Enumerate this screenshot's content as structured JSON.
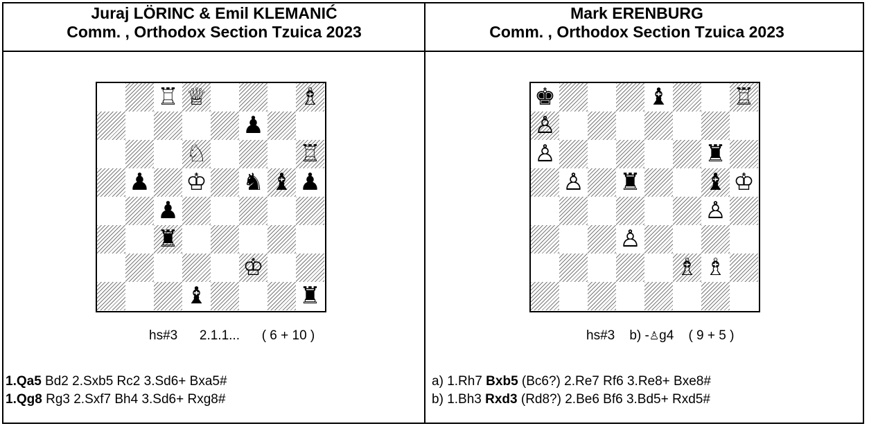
{
  "problems": [
    {
      "authors": "Juraj LÖRINC & Emil KLEMANIĆ",
      "award": "Comm. , Orthodox Section Tzuica 2023",
      "stipulation": "hs#3",
      "phases": "2.1.1...",
      "piece_count": "( 6 + 10 )",
      "solutions": [
        {
          "key": "1.Qa5",
          "rest": " Bd2 2.Sxb5 Rc2 3.Sd6+ Bxa5#"
        },
        {
          "key": "1.Qg8",
          "rest": " Rg3 2.Sxf7 Bh4 3.Sd6+ Rxg8#"
        }
      ],
      "pieces": [
        {
          "sq": "c8",
          "glyph": "♖",
          "color": "white"
        },
        {
          "sq": "d8",
          "glyph": "♕",
          "color": "white"
        },
        {
          "sq": "h8",
          "glyph": "♗",
          "color": "white"
        },
        {
          "sq": "f7",
          "glyph": "♟",
          "color": "black"
        },
        {
          "sq": "d6",
          "glyph": "♘",
          "color": "white"
        },
        {
          "sq": "h6",
          "glyph": "♖",
          "color": "white"
        },
        {
          "sq": "b5",
          "glyph": "♟",
          "color": "black"
        },
        {
          "sq": "d5",
          "glyph": "♔",
          "color": "white"
        },
        {
          "sq": "f5",
          "glyph": "♞",
          "color": "black"
        },
        {
          "sq": "g5",
          "glyph": "♝",
          "color": "black"
        },
        {
          "sq": "h5",
          "glyph": "♟",
          "color": "black"
        },
        {
          "sq": "c4",
          "glyph": "♟",
          "color": "black"
        },
        {
          "sq": "c3",
          "glyph": "♜",
          "color": "black"
        },
        {
          "sq": "f2",
          "glyph": "♔",
          "color": "white"
        },
        {
          "sq": "d1",
          "glyph": "♝",
          "color": "black"
        },
        {
          "sq": "h1",
          "glyph": "♜",
          "color": "black"
        }
      ]
    },
    {
      "authors": "Mark ERENBURG",
      "award": "Comm. , Orthodox Section Tzuica 2023",
      "stipulation": "hs#3",
      "twin_prefix": "b) -",
      "twin_glyph": "♙",
      "twin_square": "g4",
      "piece_count": "( 9 + 5 )",
      "solutions": [
        {
          "prefix": "a) ",
          "first": "1.Rh7 ",
          "key": "Bxb5",
          "rest": " (Bc6?) 2.Re7 Rf6 3.Re8+ Bxe8#"
        },
        {
          "prefix": "b) ",
          "first": "1.Bh3 ",
          "key": "Rxd3",
          "rest": " (Rd8?) 2.Be6 Bf6 3.Bd5+ Rxd5#"
        }
      ],
      "pieces": [
        {
          "sq": "a8",
          "glyph": "♚",
          "color": "black"
        },
        {
          "sq": "e8",
          "glyph": "♝",
          "color": "black"
        },
        {
          "sq": "h8",
          "glyph": "♖",
          "color": "white"
        },
        {
          "sq": "a7",
          "glyph": "♙",
          "color": "white"
        },
        {
          "sq": "a6",
          "glyph": "♙",
          "color": "white"
        },
        {
          "sq": "g6",
          "glyph": "♜",
          "color": "black"
        },
        {
          "sq": "b5",
          "glyph": "♙",
          "color": "white"
        },
        {
          "sq": "d5",
          "glyph": "♜",
          "color": "black"
        },
        {
          "sq": "g5",
          "glyph": "♝",
          "color": "black"
        },
        {
          "sq": "h5",
          "glyph": "♔",
          "color": "white"
        },
        {
          "sq": "g4",
          "glyph": "♙",
          "color": "white"
        },
        {
          "sq": "d3",
          "glyph": "♙",
          "color": "white"
        },
        {
          "sq": "f2",
          "glyph": "♗",
          "color": "white"
        },
        {
          "sq": "g2",
          "glyph": "♗",
          "color": "white"
        }
      ]
    }
  ]
}
